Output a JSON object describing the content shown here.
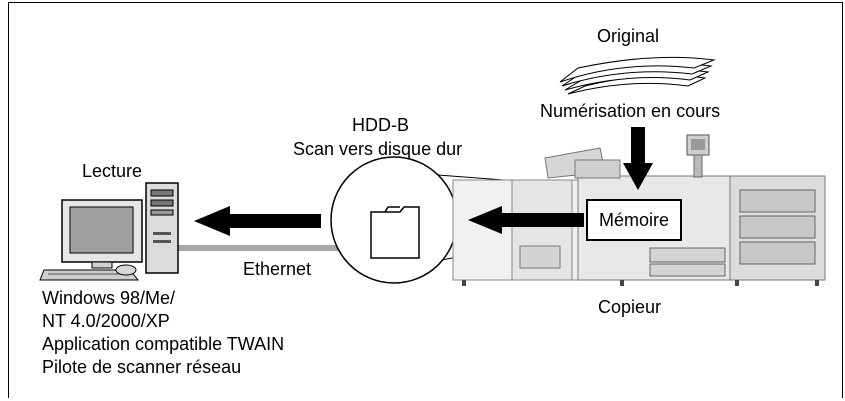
{
  "labels": {
    "original": "Original",
    "scanning": "Numérisation en cours",
    "hdd_title": "HDD-B",
    "hdd_subtitle": "Scan vers disque dur",
    "reading": "Lecture",
    "memory": "Mémoire",
    "ethernet": "Ethernet",
    "copier": "Copieur"
  },
  "requirements": [
    "Windows 98/Me/",
    "NT 4.0/2000/XP",
    "Application compatible TWAIN",
    "Pilote de scanner réseau"
  ]
}
